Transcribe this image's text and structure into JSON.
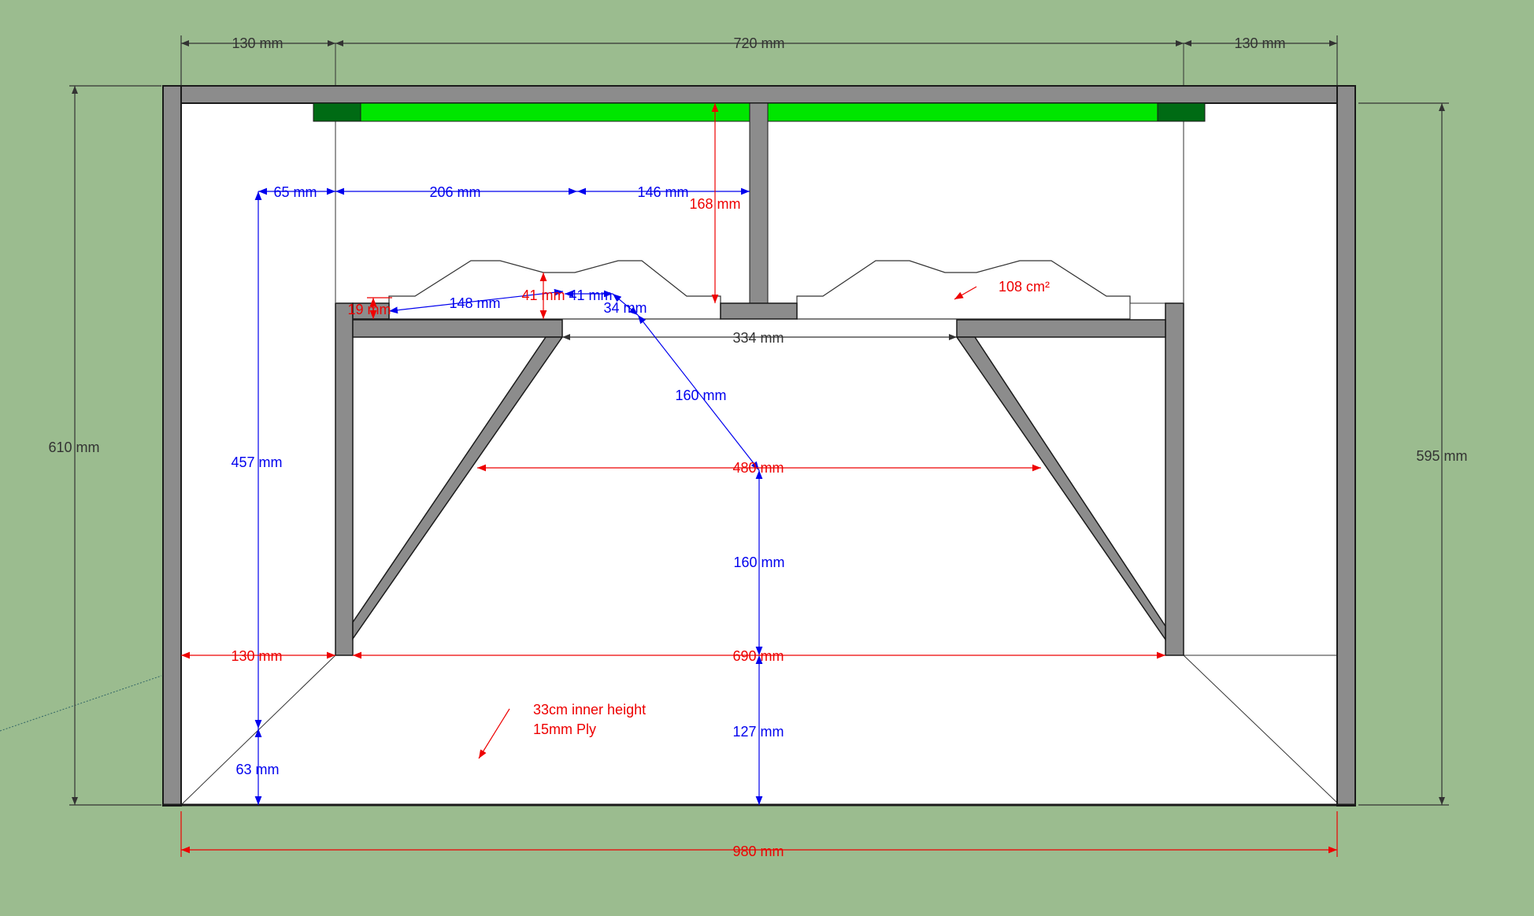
{
  "colors": {
    "background": "#9bbc8f",
    "panel": "#ffffff",
    "wood": "#8c8c8c",
    "outline": "#1a1a1a",
    "green_bright": "#00e600",
    "green_dark": "#006b14",
    "dim_dark": "#333333",
    "dim_blue": "#0000ee",
    "dim_red": "#ee0000"
  },
  "dimensions": {
    "top_left_130": "130 mm",
    "top_720": "720 mm",
    "top_right_130": "130 mm",
    "left_610": "610 mm",
    "right_595": "595 mm",
    "d65": "65 mm",
    "d206": "206 mm",
    "d146": "146 mm",
    "d168": "168 mm",
    "d41a": "41 mm",
    "d41b": "41 mm",
    "d19": "19 mm",
    "d148": "148 mm",
    "d34": "34 mm",
    "d334": "334 mm",
    "d160_diag": "160 mm",
    "d457": "457 mm",
    "d480": "480 mm",
    "d160_vert": "160 mm",
    "d130_bottom": "130 mm",
    "d690": "690 mm",
    "d127": "127 mm",
    "d63": "63 mm",
    "d980": "980 mm"
  },
  "notes": {
    "area": "108 cm²",
    "inner_height": "33cm inner height",
    "material": "15mm Ply"
  }
}
